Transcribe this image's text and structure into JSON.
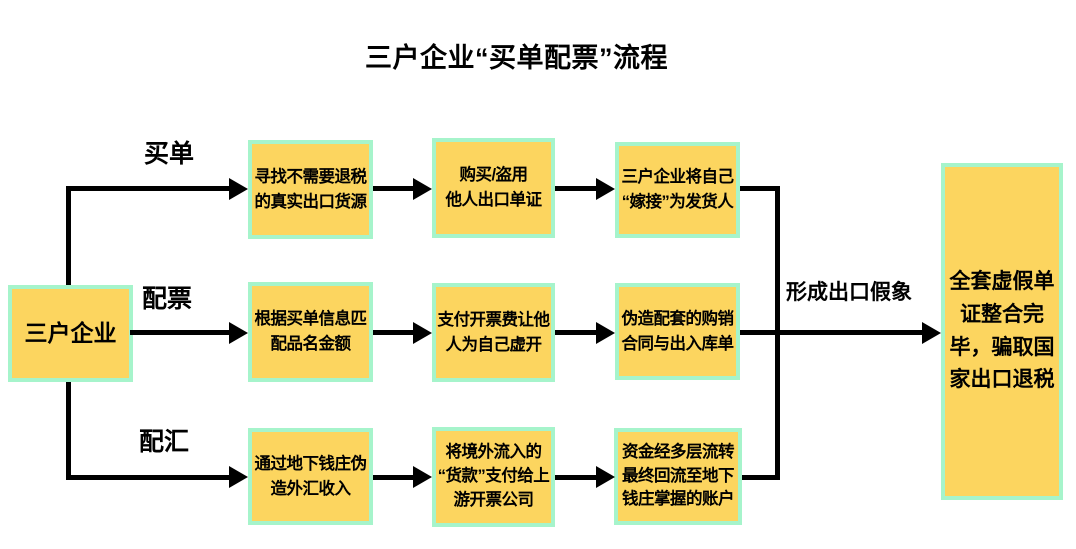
{
  "title": "三户企业“买单配票”流程",
  "colors": {
    "box_fill": "#FCD55F",
    "box_border": "#A6F4CB",
    "line": "#000000",
    "text": "#000000",
    "background": "#FFFFFF"
  },
  "source": {
    "label": "三户企业"
  },
  "branches": [
    {
      "label": "买单",
      "steps": [
        "寻找不需要退税\n的真实出口货源",
        "购买/盗用\n他人出口单证",
        "三户企业将自己\n“嫁接”为发货人"
      ]
    },
    {
      "label": "配票",
      "steps": [
        "根据买单信息匹\n配品名金额",
        "支付开票费让他\n人为自己虚开",
        "伪造配套的购销\n合同与出入库单"
      ]
    },
    {
      "label": "配汇",
      "steps": [
        "通过地下钱庄伪\n造外汇收入",
        "将境外流入的\n“货款”支付给上\n游开票公司",
        "资金经多层流转\n最终回流至地下\n钱庄掌握的账户"
      ]
    }
  ],
  "merge_label": "形成出口假象",
  "result": {
    "label": "全套虚假单\n证整合完\n毕，骗取国\n家出口退税"
  }
}
